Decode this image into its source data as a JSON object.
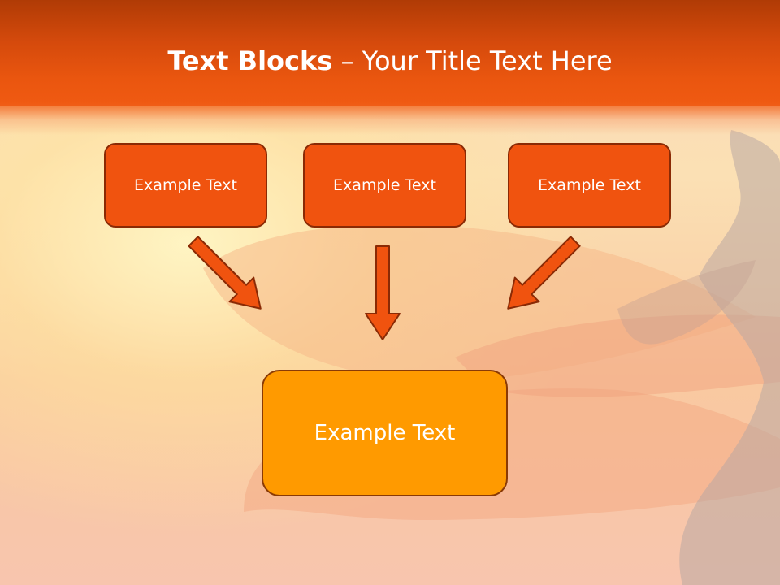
{
  "slide": {
    "title_bold": "Text Blocks",
    "title_rest": " – Your Title Text Here"
  },
  "blocks": {
    "left": "Example Text",
    "middle": "Example Text",
    "right": "Example Text",
    "bottom": "Example Text"
  },
  "colors": {
    "header": "#e9550f",
    "top_block_fill": "#f0530f",
    "bottom_block_fill": "#ff9a00",
    "arrow_fill": "#f0530f",
    "outline": "#8a2a05"
  },
  "icons": {
    "background": "sunflower-petal-photo",
    "connectors": "down-arrow-icon"
  }
}
